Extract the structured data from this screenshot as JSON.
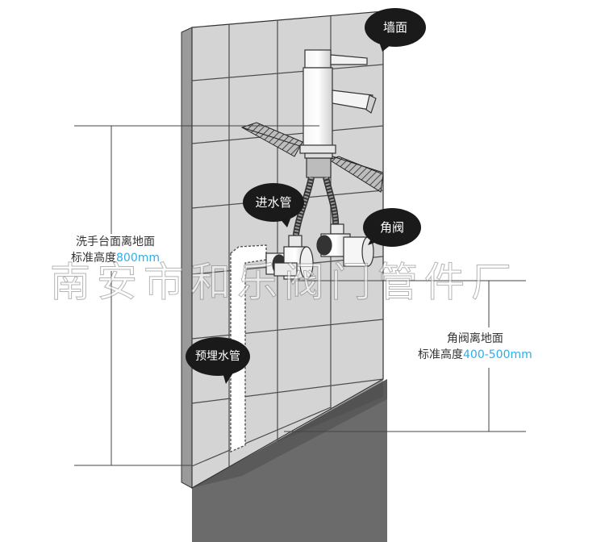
{
  "labels": {
    "wall": "墙面",
    "inlet_pipe": "进水管",
    "angle_valve": "角阀",
    "embedded_pipe": "预埋水管"
  },
  "dimensions": {
    "counter": {
      "line1": "洗手台面离地面",
      "line2_prefix": "标准高度",
      "value": "800mm"
    },
    "valve": {
      "line1": "角阀离地面",
      "line2_prefix": "标准高度",
      "value": "400-500mm"
    }
  },
  "watermark": "南安市和乐阀门管件厂",
  "colors": {
    "highlight": "#30aee6",
    "bubble": "#1a1a1a",
    "tile": "#d6d6d6",
    "floor": "#6e6e6e",
    "grout": "#555555"
  }
}
